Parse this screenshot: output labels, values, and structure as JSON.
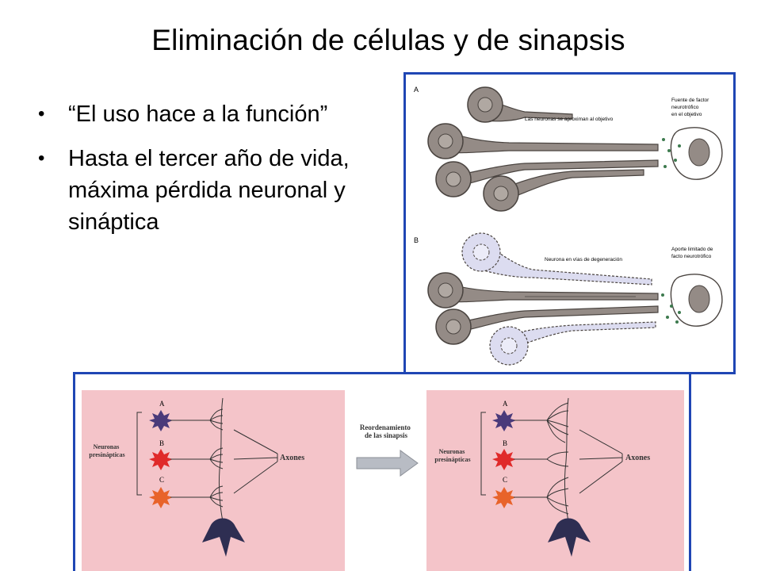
{
  "slide": {
    "title": "Eliminación de células y de sinapsis",
    "bullets": [
      "“El uso hace a la función”",
      "Hasta el tercer año de vida, máxima pérdida neuronal y sináptica"
    ]
  },
  "figure_top": {
    "panel_a": "A",
    "label_approach": "Las neuronas se aproximan al objetivo",
    "label_source": [
      "Fuente de factor",
      "neurotrófico",
      "en el objetivo"
    ],
    "panel_b": "B",
    "label_degeneration": "Neurona en vías de degeneración",
    "label_limited": [
      "Aporte limitado de",
      "facto neurotrófico"
    ]
  },
  "figure_bottom": {
    "neurons_label": [
      "Neuronas",
      "presinápticas"
    ],
    "neuron_letters": [
      "A",
      "B",
      "C"
    ],
    "axons_label": "Axones",
    "arrow_label": [
      "Reordenamiento",
      "de las sinapsis"
    ]
  },
  "colors": {
    "border": "#1f46b4",
    "pink": "#f4c4c9",
    "neuron_a": "#4a3a7a",
    "neuron_b": "#e02a2a",
    "neuron_c": "#e8632a",
    "cell_gray": "#948b86",
    "dots_green": "#3d7a4e"
  }
}
